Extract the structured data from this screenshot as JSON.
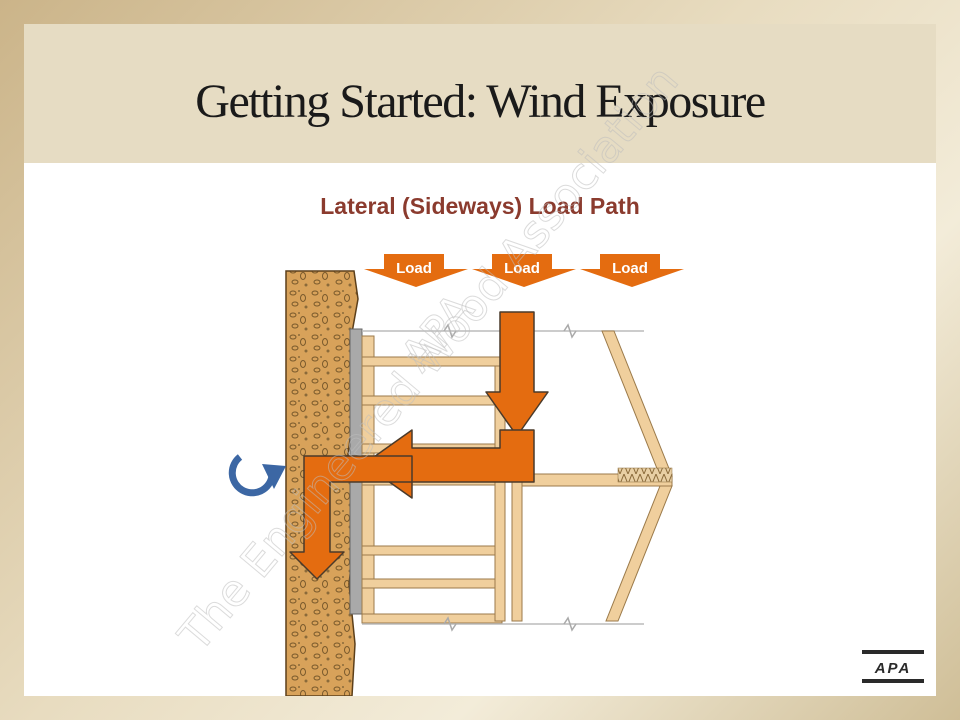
{
  "slide": {
    "title": "Getting Started: Wind Exposure",
    "subtitle": "Lateral (Sideways) Load Path"
  },
  "diagram": {
    "load_labels": [
      "Load",
      "Load",
      "Load"
    ],
    "colors": {
      "arrow": "#e46c10",
      "soil": "#d8a25a",
      "foundation": "#a9a9a9",
      "lumber": "#f0cf9d",
      "rotation": "#3c67a4"
    },
    "icons": [
      "rotation-arrow-icon",
      "load-arrow-icon"
    ]
  },
  "logo": {
    "text": "APA"
  },
  "watermark": {
    "line1": "APA",
    "line2": "The Engineered Wood Association"
  }
}
